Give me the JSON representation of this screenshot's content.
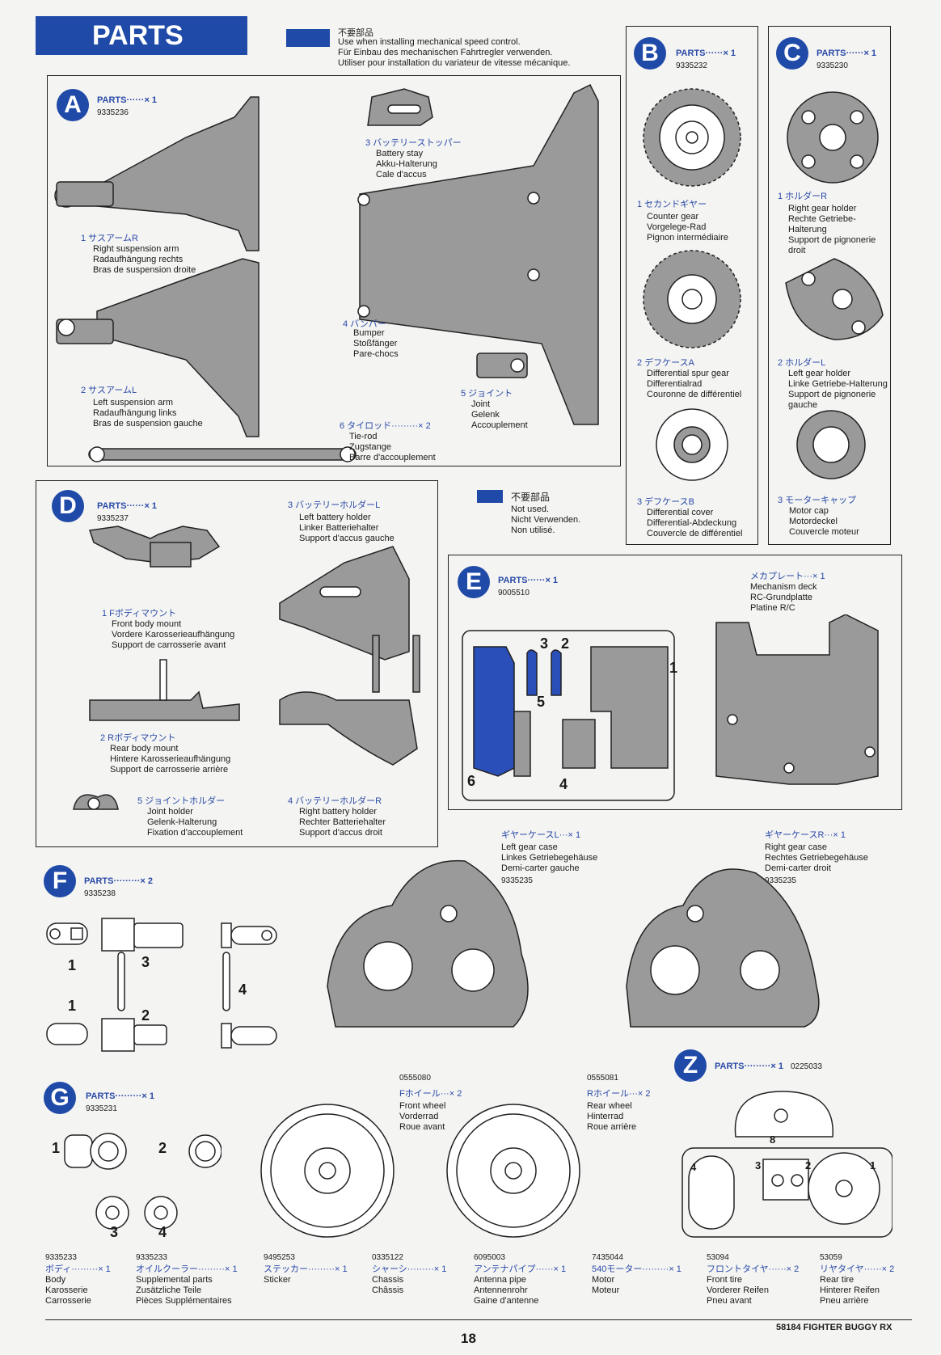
{
  "header": {
    "title": "PARTS",
    "not_used_jp": "不要部品",
    "note": "Use when installing mechanical speed control.\nFür Einbau des mechanischen Fahrtregler verwenden.\nUtiliser pour installation du variateur de vitesse mécanique."
  },
  "A": {
    "letter": "A",
    "parts": "PARTS······× 1",
    "code": "9335236",
    "p1_jp": "1 サスアームR",
    "p1": "Right suspension arm\nRadaufhängung rechts\nBras de suspension droite",
    "p2_jp": "2 サスアームL",
    "p2": "Left suspension arm\nRadaufhängung links\nBras de suspension gauche",
    "p3_jp": "3 バッテリーストッパー",
    "p3": "Battery stay\nAkku-Halterung\nCale d'accus",
    "p4_jp": "4 バンパー",
    "p4": "Bumper\nStoßfänger\nPare-chocs",
    "p5_jp": "5 ジョイント",
    "p5": "Joint\nGelenk\nAccouplement",
    "p6_jp": "6 タイロッド·········× 2",
    "p6": "Tie-rod\nZugstange\nBarre d'accouplement"
  },
  "B": {
    "letter": "B",
    "parts": "PARTS······× 1",
    "code": "9335232",
    "p1_jp": "1 セカンドギヤー",
    "p1": "Counter gear\nVorgelege-Rad\nPignon intermédiaire",
    "p2_jp": "2 デフケースA",
    "p2": "Differential spur gear\nDifferentialrad\nCouronne de différentiel",
    "p3_jp": "3 デフケースB",
    "p3": "Differential cover\nDifferential-Abdeckung\nCouvercle de différentiel"
  },
  "C": {
    "letter": "C",
    "parts": "PARTS······× 1",
    "code": "9335230",
    "p1_jp": "1 ホルダーR",
    "p1": "Right gear holder\nRechte Getriebe-\nHalterung\nSupport de pignonerie\ndroit",
    "p2_jp": "2 ホルダーL",
    "p2": "Left gear holder\nLinke Getriebe-Halterung\nSupport de pignonerie\ngauche",
    "p3_jp": "3 モーターキャップ",
    "p3": "Motor cap\nMotordeckel\nCouvercle moteur"
  },
  "D": {
    "letter": "D",
    "parts": "PARTS······× 1",
    "code": "9335237",
    "p1_jp": "1 Fボディマウント",
    "p1": "Front body mount\nVordere Karosserieaufhängung\nSupport de carrosserie avant",
    "p2_jp": "2 Rボディマウント",
    "p2": "Rear body mount\nHintere Karosserieaufhängung\nSupport de carrosserie arrière",
    "p3_jp": "3 バッテリーホルダーL",
    "p3": "Left battery holder\nLinker Batteriehalter\nSupport d'accus gauche",
    "p4_jp": "4 バッテリーホルダーR",
    "p4": "Right battery holder\nRechter Batteriehalter\nSupport d'accus droit",
    "p5_jp": "5 ジョイントホルダー",
    "p5": "Joint holder\nGelenk-Halterung\nFixation d'accouplement"
  },
  "notused": {
    "jp": "不要部品",
    "text": "Not used.\nNicht Verwenden.\nNon utilisé."
  },
  "E": {
    "letter": "E",
    "parts": "PARTS······× 1",
    "code": "9005510",
    "deck_jp": "メカプレート···× 1",
    "deck": "Mechanism deck\nRC-Grundplatte\nPlatine R/C",
    "nums": [
      "3",
      "2",
      "1",
      "5",
      "6",
      "4"
    ]
  },
  "gearcaseL": {
    "jp": "ギヤーケースL···× 1",
    "text": "Left gear case\nLinkes Getriebegehäuse\nDemi-carter gauche",
    "code": "9335235"
  },
  "gearcaseR": {
    "jp": "ギヤーケースR···× 1",
    "text": "Right gear case\nRechtes Getriebegehäuse\nDemi-carter droit",
    "code": "9335235"
  },
  "F": {
    "letter": "F",
    "parts": "PARTS·········× 2",
    "code": "9335238",
    "nums": [
      "1",
      "3",
      "4",
      "1",
      "2"
    ]
  },
  "G": {
    "letter": "G",
    "parts": "PARTS·········× 1",
    "code": "9335231",
    "nums": [
      "1",
      "2",
      "3",
      "4"
    ]
  },
  "wheelF": {
    "code": "0555080",
    "jp": "Fホイール···× 2",
    "text": "Front wheel\nVorderrad\nRoue avant"
  },
  "wheelR": {
    "code": "0555081",
    "jp": "Rホイール···× 2",
    "text": "Rear wheel\nHinterrad\nRoue arrière"
  },
  "Z": {
    "letter": "Z",
    "parts": "PARTS·········× 1",
    "code": "0225033",
    "nums": [
      "8",
      "4",
      "3",
      "2",
      "1"
    ]
  },
  "bottom": [
    {
      "code": "9335233",
      "jp": "ボディ·········× 1",
      "text": "Body\nKarosserie\nCarrosserie"
    },
    {
      "code": "9335233",
      "jp": "オイルクーラー·········× 1",
      "text": "Supplemental parts\nZusätzliche Teile\nPièces Supplémentaires"
    },
    {
      "code": "9495253",
      "jp": "ステッカー·········× 1",
      "text": "Sticker"
    },
    {
      "code": "0335122",
      "jp": "シャーシ·········× 1",
      "text": "Chassis\nChâssis"
    },
    {
      "code": "6095003",
      "jp": "アンテナパイプ······× 1",
      "text": "Antenna pipe\nAntennenrohr\nGaine d'antenne"
    },
    {
      "code": "7435044",
      "jp": "540モーター·········× 1",
      "text": "Motor\nMoteur"
    },
    {
      "code": "53094",
      "jp": "フロントタイヤ······× 2",
      "text": "Front tire\nVorderer Reifen\nPneu avant"
    },
    {
      "code": "53059",
      "jp": "リヤタイヤ······× 2",
      "text": "Rear tire\nHinterer Reifen\nPneu arrière"
    }
  ],
  "footer": {
    "page": "18",
    "model": "58184 FIGHTER BUGGY RX"
  }
}
